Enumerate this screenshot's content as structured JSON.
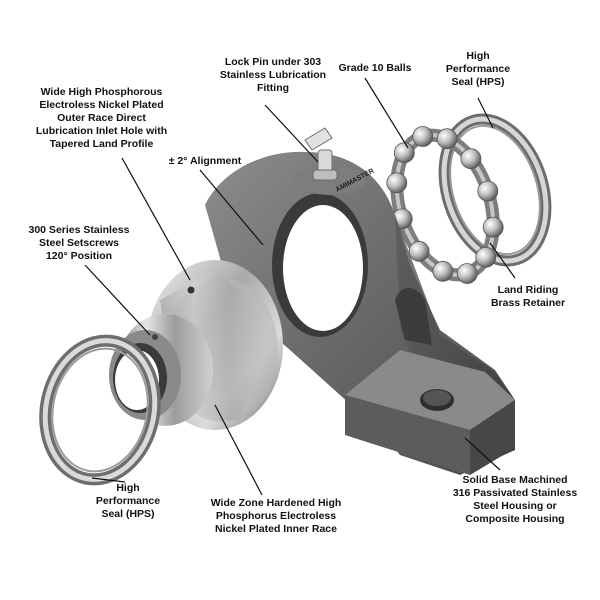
{
  "diagram": {
    "brand_mark": "AMIMASTER",
    "labels": {
      "lube_inlet": "Wide High Phosphorous\nElectroless Nickel Plated\nOuter Race Direct\nLubrication Inlet Hole with\nTapered Land Profile",
      "lock_pin": "Lock Pin under 303\nStainless Lubrication\nFitting",
      "balls": "Grade 10 Balls",
      "seal_right": "High\nPerformance\nSeal (HPS)",
      "alignment": "± 2° Alignment",
      "setscrews": "300 Series Stainless\nSteel Setscrews\n120° Position",
      "retainer": "Land Riding\nBrass Retainer",
      "base": "Solid Base Machined\n316 Passivated Stainless\nSteel Housing or\nComposite Housing",
      "inner_race": "Wide Zone Hardened High\nPhosphorus Electroless\nNickel Plated Inner Race",
      "seal_left": "High\nPerformance\nSeal (HPS)"
    }
  }
}
